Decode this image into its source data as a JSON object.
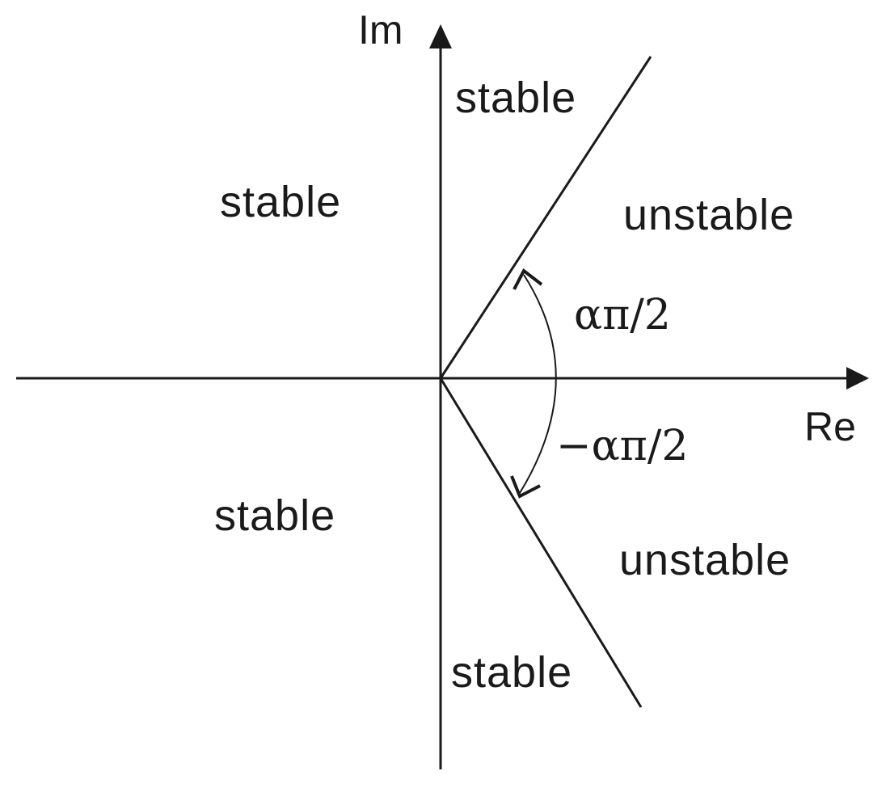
{
  "axes": {
    "real_label": "Re",
    "imag_label": "Im"
  },
  "regions": {
    "upper_left": "stable",
    "upper_right_top": "stable",
    "upper_right": "unstable",
    "lower_left": "stable",
    "lower_right_bottom": "stable",
    "lower_right": "unstable"
  },
  "angles": {
    "positive": "απ/2",
    "negative": "−απ/2"
  },
  "colors": {
    "stroke": "#1a1a1a",
    "text": "#1a1a1a",
    "background": "#ffffff"
  }
}
